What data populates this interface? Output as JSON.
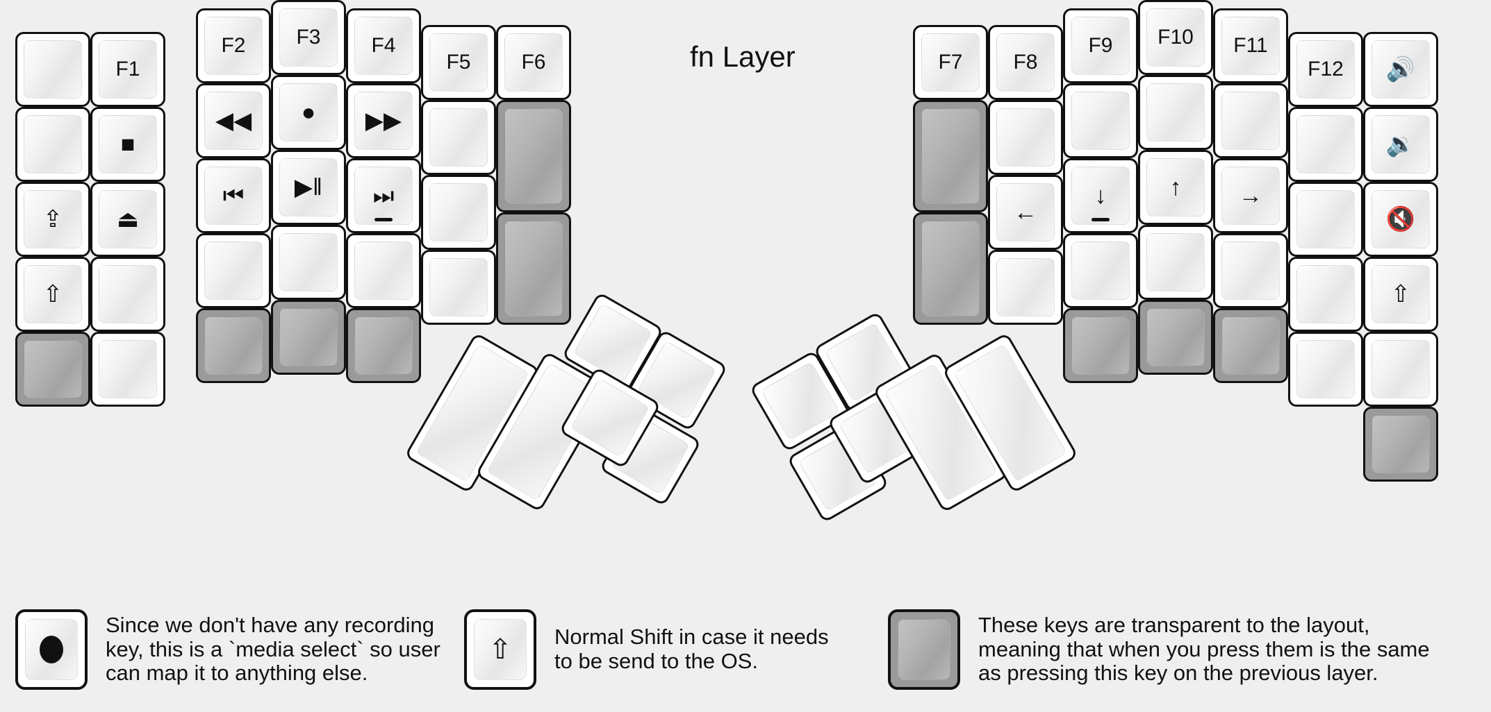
{
  "title": "fn Layer",
  "colors": {
    "background": "#efefef",
    "key_fill": "#ffffff",
    "key_border": "#111111",
    "transparent_key": "#9a9a9a",
    "label": "#111111"
  },
  "glyphs": {
    "record": "●",
    "stop": "■",
    "eject": "⏏",
    "rewind": "◀◀",
    "fast_forward": "▶▶",
    "prev_track": "⏮",
    "play_pause": "▶‖",
    "next_track": "⏭",
    "caps_lock_shift": "⇪",
    "shift": "⇧",
    "arrow_left": "←",
    "arrow_down": "↓",
    "arrow_up": "↑",
    "arrow_right": "→",
    "volume_up": "🔊",
    "volume_down": "🔉",
    "mute": "🔇"
  },
  "left_half": {
    "columns": [
      {
        "name": "col-outer",
        "keys": [
          {
            "label": "",
            "type": "normal"
          },
          {
            "label": "",
            "type": "normal"
          },
          {
            "label": "⇪",
            "type": "normal",
            "icon": "caps-lock-shift-icon"
          },
          {
            "label": "⇧",
            "type": "normal",
            "icon": "shift-icon"
          },
          {
            "label": "",
            "type": "transparent"
          }
        ]
      },
      {
        "name": "col-f1",
        "keys": [
          {
            "label": "F1",
            "type": "normal"
          },
          {
            "label": "■",
            "type": "normal",
            "icon": "stop-icon"
          },
          {
            "label": "⏏",
            "type": "normal",
            "icon": "eject-icon"
          },
          {
            "label": "",
            "type": "normal"
          },
          {
            "label": "",
            "type": "normal"
          }
        ]
      },
      {
        "name": "col-f2",
        "keys": [
          {
            "label": "F2",
            "type": "normal"
          },
          {
            "label": "◀◀",
            "type": "normal",
            "icon": "rewind-icon"
          },
          {
            "label": "⏮",
            "type": "normal",
            "icon": "prev-track-icon"
          },
          {
            "label": "",
            "type": "normal"
          },
          {
            "label": "",
            "type": "transparent"
          }
        ]
      },
      {
        "name": "col-f3",
        "keys": [
          {
            "label": "F3",
            "type": "normal"
          },
          {
            "label": "●",
            "type": "normal",
            "icon": "record-icon"
          },
          {
            "label": "▶‖",
            "type": "normal",
            "icon": "play-pause-icon"
          },
          {
            "label": "",
            "type": "normal"
          },
          {
            "label": "",
            "type": "transparent"
          }
        ]
      },
      {
        "name": "col-f4",
        "keys": [
          {
            "label": "F4",
            "type": "normal"
          },
          {
            "label": "▶▶",
            "type": "normal",
            "icon": "fast-forward-icon"
          },
          {
            "label": "⏭",
            "type": "normal",
            "icon": "next-track-icon",
            "homing": true
          },
          {
            "label": "",
            "type": "normal"
          },
          {
            "label": "",
            "type": "transparent"
          }
        ]
      },
      {
        "name": "col-f5",
        "keys": [
          {
            "label": "F5",
            "type": "normal"
          },
          {
            "label": "",
            "type": "normal"
          },
          {
            "label": "",
            "type": "normal"
          },
          {
            "label": "",
            "type": "normal"
          }
        ]
      },
      {
        "name": "col-f6",
        "keys": [
          {
            "label": "F6",
            "type": "normal"
          },
          {
            "label": "",
            "type": "transparent",
            "tall": true
          },
          {
            "label": "",
            "type": "transparent",
            "tall": true
          }
        ]
      }
    ],
    "thumb_cluster": [
      {
        "label": "",
        "size": "2u",
        "type": "normal"
      },
      {
        "label": "",
        "size": "2u",
        "type": "normal"
      },
      {
        "label": "",
        "size": "1u",
        "type": "normal"
      },
      {
        "label": "",
        "size": "1u",
        "type": "normal"
      },
      {
        "label": "",
        "size": "1u",
        "type": "normal"
      },
      {
        "label": "",
        "size": "1u",
        "type": "normal"
      }
    ]
  },
  "right_half": {
    "columns": [
      {
        "name": "col-f7",
        "keys": [
          {
            "label": "F7",
            "type": "normal"
          },
          {
            "label": "",
            "type": "transparent",
            "tall": true
          },
          {
            "label": "",
            "type": "transparent",
            "tall": true
          }
        ]
      },
      {
        "name": "col-f8",
        "keys": [
          {
            "label": "F8",
            "type": "normal"
          },
          {
            "label": "",
            "type": "normal"
          },
          {
            "label": "←",
            "type": "normal",
            "icon": "arrow-left-icon"
          },
          {
            "label": "",
            "type": "normal"
          }
        ]
      },
      {
        "name": "col-f9",
        "keys": [
          {
            "label": "F9",
            "type": "normal"
          },
          {
            "label": "",
            "type": "normal"
          },
          {
            "label": "↓",
            "type": "normal",
            "icon": "arrow-down-icon",
            "homing": true
          },
          {
            "label": "",
            "type": "normal"
          },
          {
            "label": "",
            "type": "transparent"
          }
        ]
      },
      {
        "name": "col-f10",
        "keys": [
          {
            "label": "F10",
            "type": "normal"
          },
          {
            "label": "",
            "type": "normal"
          },
          {
            "label": "↑",
            "type": "normal",
            "icon": "arrow-up-icon"
          },
          {
            "label": "",
            "type": "normal"
          },
          {
            "label": "",
            "type": "transparent"
          }
        ]
      },
      {
        "name": "col-f11",
        "keys": [
          {
            "label": "F11",
            "type": "normal"
          },
          {
            "label": "",
            "type": "normal"
          },
          {
            "label": "→",
            "type": "normal",
            "icon": "arrow-right-icon"
          },
          {
            "label": "",
            "type": "normal"
          },
          {
            "label": "",
            "type": "transparent"
          }
        ]
      },
      {
        "name": "col-f12",
        "keys": [
          {
            "label": "F12",
            "type": "normal"
          },
          {
            "label": "",
            "type": "normal"
          },
          {
            "label": "",
            "type": "normal"
          },
          {
            "label": "",
            "type": "normal"
          },
          {
            "label": "",
            "type": "normal"
          }
        ]
      },
      {
        "name": "col-outer",
        "keys": [
          {
            "label": "🔊",
            "type": "normal",
            "icon": "volume-up-icon"
          },
          {
            "label": "🔉",
            "type": "normal",
            "icon": "volume-down-icon"
          },
          {
            "label": "🔇",
            "type": "normal",
            "icon": "mute-icon"
          },
          {
            "label": "⇧",
            "type": "normal",
            "icon": "shift-icon"
          },
          {
            "label": "",
            "type": "normal"
          },
          {
            "label": "",
            "type": "transparent"
          }
        ]
      }
    ],
    "thumb_cluster": [
      {
        "label": "",
        "size": "1u",
        "type": "normal"
      },
      {
        "label": "",
        "size": "1u",
        "type": "normal"
      },
      {
        "label": "",
        "size": "1u",
        "type": "normal"
      },
      {
        "label": "",
        "size": "1u",
        "type": "normal"
      },
      {
        "label": "",
        "size": "2u",
        "type": "normal"
      },
      {
        "label": "",
        "size": "2u",
        "type": "normal"
      }
    ]
  },
  "legend": [
    {
      "swatch": "record",
      "glyph": "●",
      "text": "Since we don't have any recording\nkey, this is a `media select` so user\ncan map it to anything else."
    },
    {
      "swatch": "shift",
      "glyph": "⇧",
      "text": "Normal Shift in case it needs\nto be send to the OS."
    },
    {
      "swatch": "transparent",
      "glyph": "",
      "text": "These keys are transparent to the layout,\nmeaning that when you press them is the same\nas pressing this key on the previous layer."
    }
  ]
}
